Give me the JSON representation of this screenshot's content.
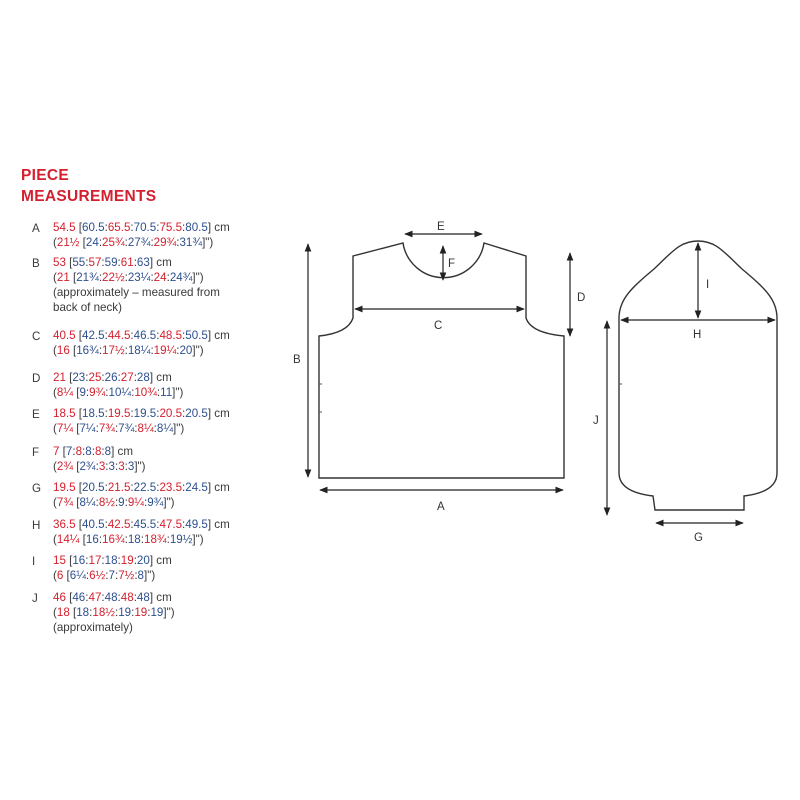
{
  "heading": {
    "line1": "PIECE",
    "line2": "MEASUREMENTS"
  },
  "colors": {
    "heading": "#d4202e",
    "red": "#d4202e",
    "blue": "#2e4f8f",
    "text": "#3a3a3a"
  },
  "measurements": [
    {
      "letter": "A",
      "lines": [
        [
          [
            "r",
            "54.5"
          ],
          [
            "k",
            " ["
          ],
          [
            "b",
            "60.5"
          ],
          [
            "k",
            ":"
          ],
          [
            "r",
            "65.5"
          ],
          [
            "k",
            ":"
          ],
          [
            "b",
            "70.5"
          ],
          [
            "k",
            ":"
          ],
          [
            "r",
            "75.5"
          ],
          [
            "k",
            ":"
          ],
          [
            "b",
            "80.5"
          ],
          [
            "k",
            "] cm"
          ]
        ],
        [
          [
            "k",
            "("
          ],
          [
            "r",
            "21½"
          ],
          [
            "k",
            " ["
          ],
          [
            "b",
            "24"
          ],
          [
            "k",
            ":"
          ],
          [
            "r",
            "25¾"
          ],
          [
            "k",
            ":"
          ],
          [
            "b",
            "27¾"
          ],
          [
            "k",
            ":"
          ],
          [
            "r",
            "29¾"
          ],
          [
            "k",
            ":"
          ],
          [
            "b",
            "31¾"
          ],
          [
            "k",
            "]\")"
          ]
        ]
      ]
    },
    {
      "letter": "B",
      "lines": [
        [
          [
            "r",
            "53"
          ],
          [
            "k",
            " ["
          ],
          [
            "b",
            "55"
          ],
          [
            "k",
            ":"
          ],
          [
            "r",
            "57"
          ],
          [
            "k",
            ":"
          ],
          [
            "b",
            "59"
          ],
          [
            "k",
            ":"
          ],
          [
            "r",
            "61"
          ],
          [
            "k",
            ":"
          ],
          [
            "b",
            "63"
          ],
          [
            "k",
            "] cm"
          ]
        ],
        [
          [
            "k",
            "("
          ],
          [
            "r",
            "21"
          ],
          [
            "k",
            " ["
          ],
          [
            "b",
            "21¾"
          ],
          [
            "k",
            ":"
          ],
          [
            "r",
            "22½"
          ],
          [
            "k",
            ":"
          ],
          [
            "b",
            "23¼"
          ],
          [
            "k",
            ":"
          ],
          [
            "r",
            "24"
          ],
          [
            "k",
            ":"
          ],
          [
            "b",
            "24¾"
          ],
          [
            "k",
            "]\")"
          ]
        ],
        [
          [
            "k",
            "(approximately – measured from"
          ]
        ],
        [
          [
            "k",
            "back of neck)"
          ]
        ]
      ]
    },
    {
      "letter": "C",
      "lines": [
        [
          [
            "r",
            "40.5"
          ],
          [
            "k",
            " ["
          ],
          [
            "b",
            "42.5"
          ],
          [
            "k",
            ":"
          ],
          [
            "r",
            "44.5"
          ],
          [
            "k",
            ":"
          ],
          [
            "b",
            "46.5"
          ],
          [
            "k",
            ":"
          ],
          [
            "r",
            "48.5"
          ],
          [
            "k",
            ":"
          ],
          [
            "b",
            "50.5"
          ],
          [
            "k",
            "] cm"
          ]
        ],
        [
          [
            "k",
            "("
          ],
          [
            "r",
            "16"
          ],
          [
            "k",
            " ["
          ],
          [
            "b",
            "16¾"
          ],
          [
            "k",
            ":"
          ],
          [
            "r",
            "17½"
          ],
          [
            "k",
            ":"
          ],
          [
            "b",
            "18¼"
          ],
          [
            "k",
            ":"
          ],
          [
            "r",
            "19¼"
          ],
          [
            "k",
            ":"
          ],
          [
            "b",
            "20"
          ],
          [
            "k",
            "]\")"
          ]
        ]
      ]
    },
    {
      "letter": "D",
      "lines": [
        [
          [
            "r",
            "21"
          ],
          [
            "k",
            " ["
          ],
          [
            "b",
            "23"
          ],
          [
            "k",
            ":"
          ],
          [
            "r",
            "25"
          ],
          [
            "k",
            ":"
          ],
          [
            "b",
            "26"
          ],
          [
            "k",
            ":"
          ],
          [
            "r",
            "27"
          ],
          [
            "k",
            ":"
          ],
          [
            "b",
            "28"
          ],
          [
            "k",
            "] cm"
          ]
        ],
        [
          [
            "k",
            "("
          ],
          [
            "r",
            "8¼"
          ],
          [
            "k",
            " ["
          ],
          [
            "b",
            "9"
          ],
          [
            "k",
            ":"
          ],
          [
            "r",
            "9¾"
          ],
          [
            "k",
            ":"
          ],
          [
            "b",
            "10¼"
          ],
          [
            "k",
            ":"
          ],
          [
            "r",
            "10¾"
          ],
          [
            "k",
            ":"
          ],
          [
            "b",
            "11"
          ],
          [
            "k",
            "]\")"
          ]
        ]
      ]
    },
    {
      "letter": "E",
      "lines": [
        [
          [
            "r",
            "18.5"
          ],
          [
            "k",
            " ["
          ],
          [
            "b",
            "18.5"
          ],
          [
            "k",
            ":"
          ],
          [
            "r",
            "19.5"
          ],
          [
            "k",
            ":"
          ],
          [
            "b",
            "19.5"
          ],
          [
            "k",
            ":"
          ],
          [
            "r",
            "20.5"
          ],
          [
            "k",
            ":"
          ],
          [
            "b",
            "20.5"
          ],
          [
            "k",
            "] cm"
          ]
        ],
        [
          [
            "k",
            "("
          ],
          [
            "r",
            "7¼"
          ],
          [
            "k",
            " ["
          ],
          [
            "b",
            "7¼"
          ],
          [
            "k",
            ":"
          ],
          [
            "r",
            "7¾"
          ],
          [
            "k",
            ":"
          ],
          [
            "b",
            "7¾"
          ],
          [
            "k",
            ":"
          ],
          [
            "r",
            "8¼"
          ],
          [
            "k",
            ":"
          ],
          [
            "b",
            "8¼"
          ],
          [
            "k",
            "]\")"
          ]
        ]
      ]
    },
    {
      "letter": "F",
      "lines": [
        [
          [
            "r",
            "7"
          ],
          [
            "k",
            " ["
          ],
          [
            "b",
            "7"
          ],
          [
            "k",
            ":"
          ],
          [
            "r",
            "8"
          ],
          [
            "k",
            ":"
          ],
          [
            "b",
            "8"
          ],
          [
            "k",
            ":"
          ],
          [
            "r",
            "8"
          ],
          [
            "k",
            ":"
          ],
          [
            "b",
            "8"
          ],
          [
            "k",
            "] cm"
          ]
        ],
        [
          [
            "k",
            "("
          ],
          [
            "r",
            "2¾"
          ],
          [
            "k",
            " ["
          ],
          [
            "b",
            "2¾"
          ],
          [
            "k",
            ":"
          ],
          [
            "r",
            "3"
          ],
          [
            "k",
            ":"
          ],
          [
            "b",
            "3"
          ],
          [
            "k",
            ":"
          ],
          [
            "r",
            "3"
          ],
          [
            "k",
            ":"
          ],
          [
            "b",
            "3"
          ],
          [
            "k",
            "]\")"
          ]
        ]
      ]
    },
    {
      "letter": "G",
      "lines": [
        [
          [
            "r",
            "19.5"
          ],
          [
            "k",
            " ["
          ],
          [
            "b",
            "20.5"
          ],
          [
            "k",
            ":"
          ],
          [
            "r",
            "21.5"
          ],
          [
            "k",
            ":"
          ],
          [
            "b",
            "22.5"
          ],
          [
            "k",
            ":"
          ],
          [
            "r",
            "23.5"
          ],
          [
            "k",
            ":"
          ],
          [
            "b",
            "24.5"
          ],
          [
            "k",
            "] cm"
          ]
        ],
        [
          [
            "k",
            "("
          ],
          [
            "r",
            "7¾"
          ],
          [
            "k",
            " ["
          ],
          [
            "b",
            "8¼"
          ],
          [
            "k",
            ":"
          ],
          [
            "r",
            "8½"
          ],
          [
            "k",
            ":"
          ],
          [
            "b",
            "9"
          ],
          [
            "k",
            ":"
          ],
          [
            "r",
            "9¼"
          ],
          [
            "k",
            ":"
          ],
          [
            "b",
            "9¾"
          ],
          [
            "k",
            "]\")"
          ]
        ]
      ]
    },
    {
      "letter": "H",
      "lines": [
        [
          [
            "r",
            "36.5"
          ],
          [
            "k",
            " ["
          ],
          [
            "b",
            "40.5"
          ],
          [
            "k",
            ":"
          ],
          [
            "r",
            "42.5"
          ],
          [
            "k",
            ":"
          ],
          [
            "b",
            "45.5"
          ],
          [
            "k",
            ":"
          ],
          [
            "r",
            "47.5"
          ],
          [
            "k",
            ":"
          ],
          [
            "b",
            "49.5"
          ],
          [
            "k",
            "] cm"
          ]
        ],
        [
          [
            "k",
            "("
          ],
          [
            "r",
            "14¼"
          ],
          [
            "k",
            " ["
          ],
          [
            "b",
            "16"
          ],
          [
            "k",
            ":"
          ],
          [
            "r",
            "16¾"
          ],
          [
            "k",
            ":"
          ],
          [
            "b",
            "18"
          ],
          [
            "k",
            ":"
          ],
          [
            "r",
            "18¾"
          ],
          [
            "k",
            ":"
          ],
          [
            "b",
            "19½"
          ],
          [
            "k",
            "]\")"
          ]
        ]
      ]
    },
    {
      "letter": "I",
      "lines": [
        [
          [
            "r",
            "15"
          ],
          [
            "k",
            " ["
          ],
          [
            "b",
            "16"
          ],
          [
            "k",
            ":"
          ],
          [
            "r",
            "17"
          ],
          [
            "k",
            ":"
          ],
          [
            "b",
            "18"
          ],
          [
            "k",
            ":"
          ],
          [
            "r",
            "19"
          ],
          [
            "k",
            ":"
          ],
          [
            "b",
            "20"
          ],
          [
            "k",
            "] cm"
          ]
        ],
        [
          [
            "k",
            "("
          ],
          [
            "r",
            "6"
          ],
          [
            "k",
            " ["
          ],
          [
            "b",
            "6¼"
          ],
          [
            "k",
            ":"
          ],
          [
            "r",
            "6½"
          ],
          [
            "k",
            ":"
          ],
          [
            "b",
            "7"
          ],
          [
            "k",
            ":"
          ],
          [
            "r",
            "7½"
          ],
          [
            "k",
            ":"
          ],
          [
            "b",
            "8"
          ],
          [
            "k",
            "]\")"
          ]
        ]
      ]
    },
    {
      "letter": "J",
      "lines": [
        [
          [
            "r",
            "46"
          ],
          [
            "k",
            " ["
          ],
          [
            "b",
            "46"
          ],
          [
            "k",
            ":"
          ],
          [
            "r",
            "47"
          ],
          [
            "k",
            ":"
          ],
          [
            "b",
            "48"
          ],
          [
            "k",
            ":"
          ],
          [
            "r",
            "48"
          ],
          [
            "k",
            ":"
          ],
          [
            "b",
            "48"
          ],
          [
            "k",
            "] cm"
          ]
        ],
        [
          [
            "k",
            "("
          ],
          [
            "r",
            "18"
          ],
          [
            "k",
            " ["
          ],
          [
            "b",
            "18"
          ],
          [
            "k",
            ":"
          ],
          [
            "r",
            "18½"
          ],
          [
            "k",
            ":"
          ],
          [
            "b",
            "19"
          ],
          [
            "k",
            ":"
          ],
          [
            "r",
            "19"
          ],
          [
            "k",
            ":"
          ],
          [
            "b",
            "19"
          ],
          [
            "k",
            "]\")"
          ]
        ],
        [
          [
            "k",
            "(approximately)"
          ]
        ]
      ]
    }
  ],
  "diagram": {
    "labels": {
      "a": "A",
      "b": "B",
      "c": "C",
      "d": "D",
      "e": "E",
      "f": "F",
      "g": "G",
      "h": "H",
      "i": "I",
      "j": "J"
    }
  }
}
